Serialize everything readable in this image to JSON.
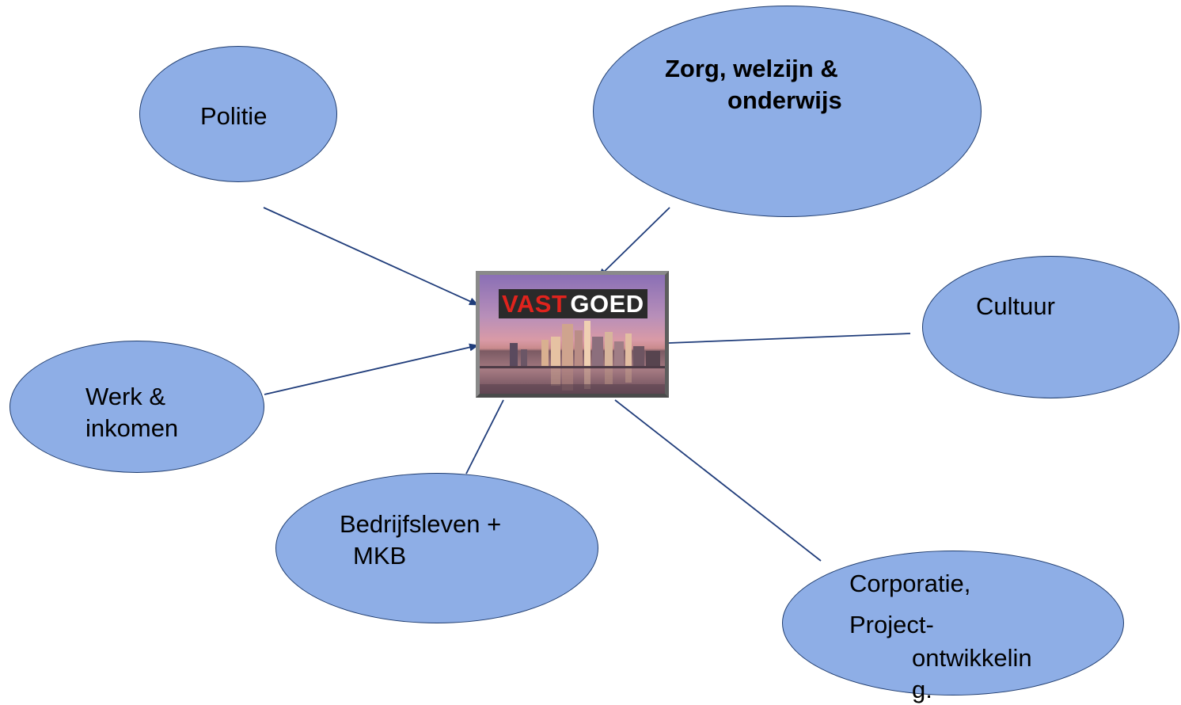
{
  "diagram": {
    "center": {
      "logo_part_1": "VAST",
      "logo_part_2": "GOED"
    },
    "nodes": {
      "politie": {
        "line1": "Politie"
      },
      "zorg": {
        "line1": "Zorg, welzijn &",
        "line2": "onderwijs"
      },
      "cultuur": {
        "line1": "Cultuur"
      },
      "werk": {
        "line1": "Werk &",
        "line2": "inkomen"
      },
      "bedrijfsleven": {
        "line1": "Bedrijfsleven +",
        "line2": "MKB"
      },
      "corporatie": {
        "line1": "Corporatie,",
        "line2": "Project-",
        "line3": "ontwikkelin",
        "line4": "g."
      }
    },
    "colors": {
      "node_fill": "#8eaee6",
      "node_border": "#1f3c6e",
      "connector": "#1f3c7a"
    }
  }
}
